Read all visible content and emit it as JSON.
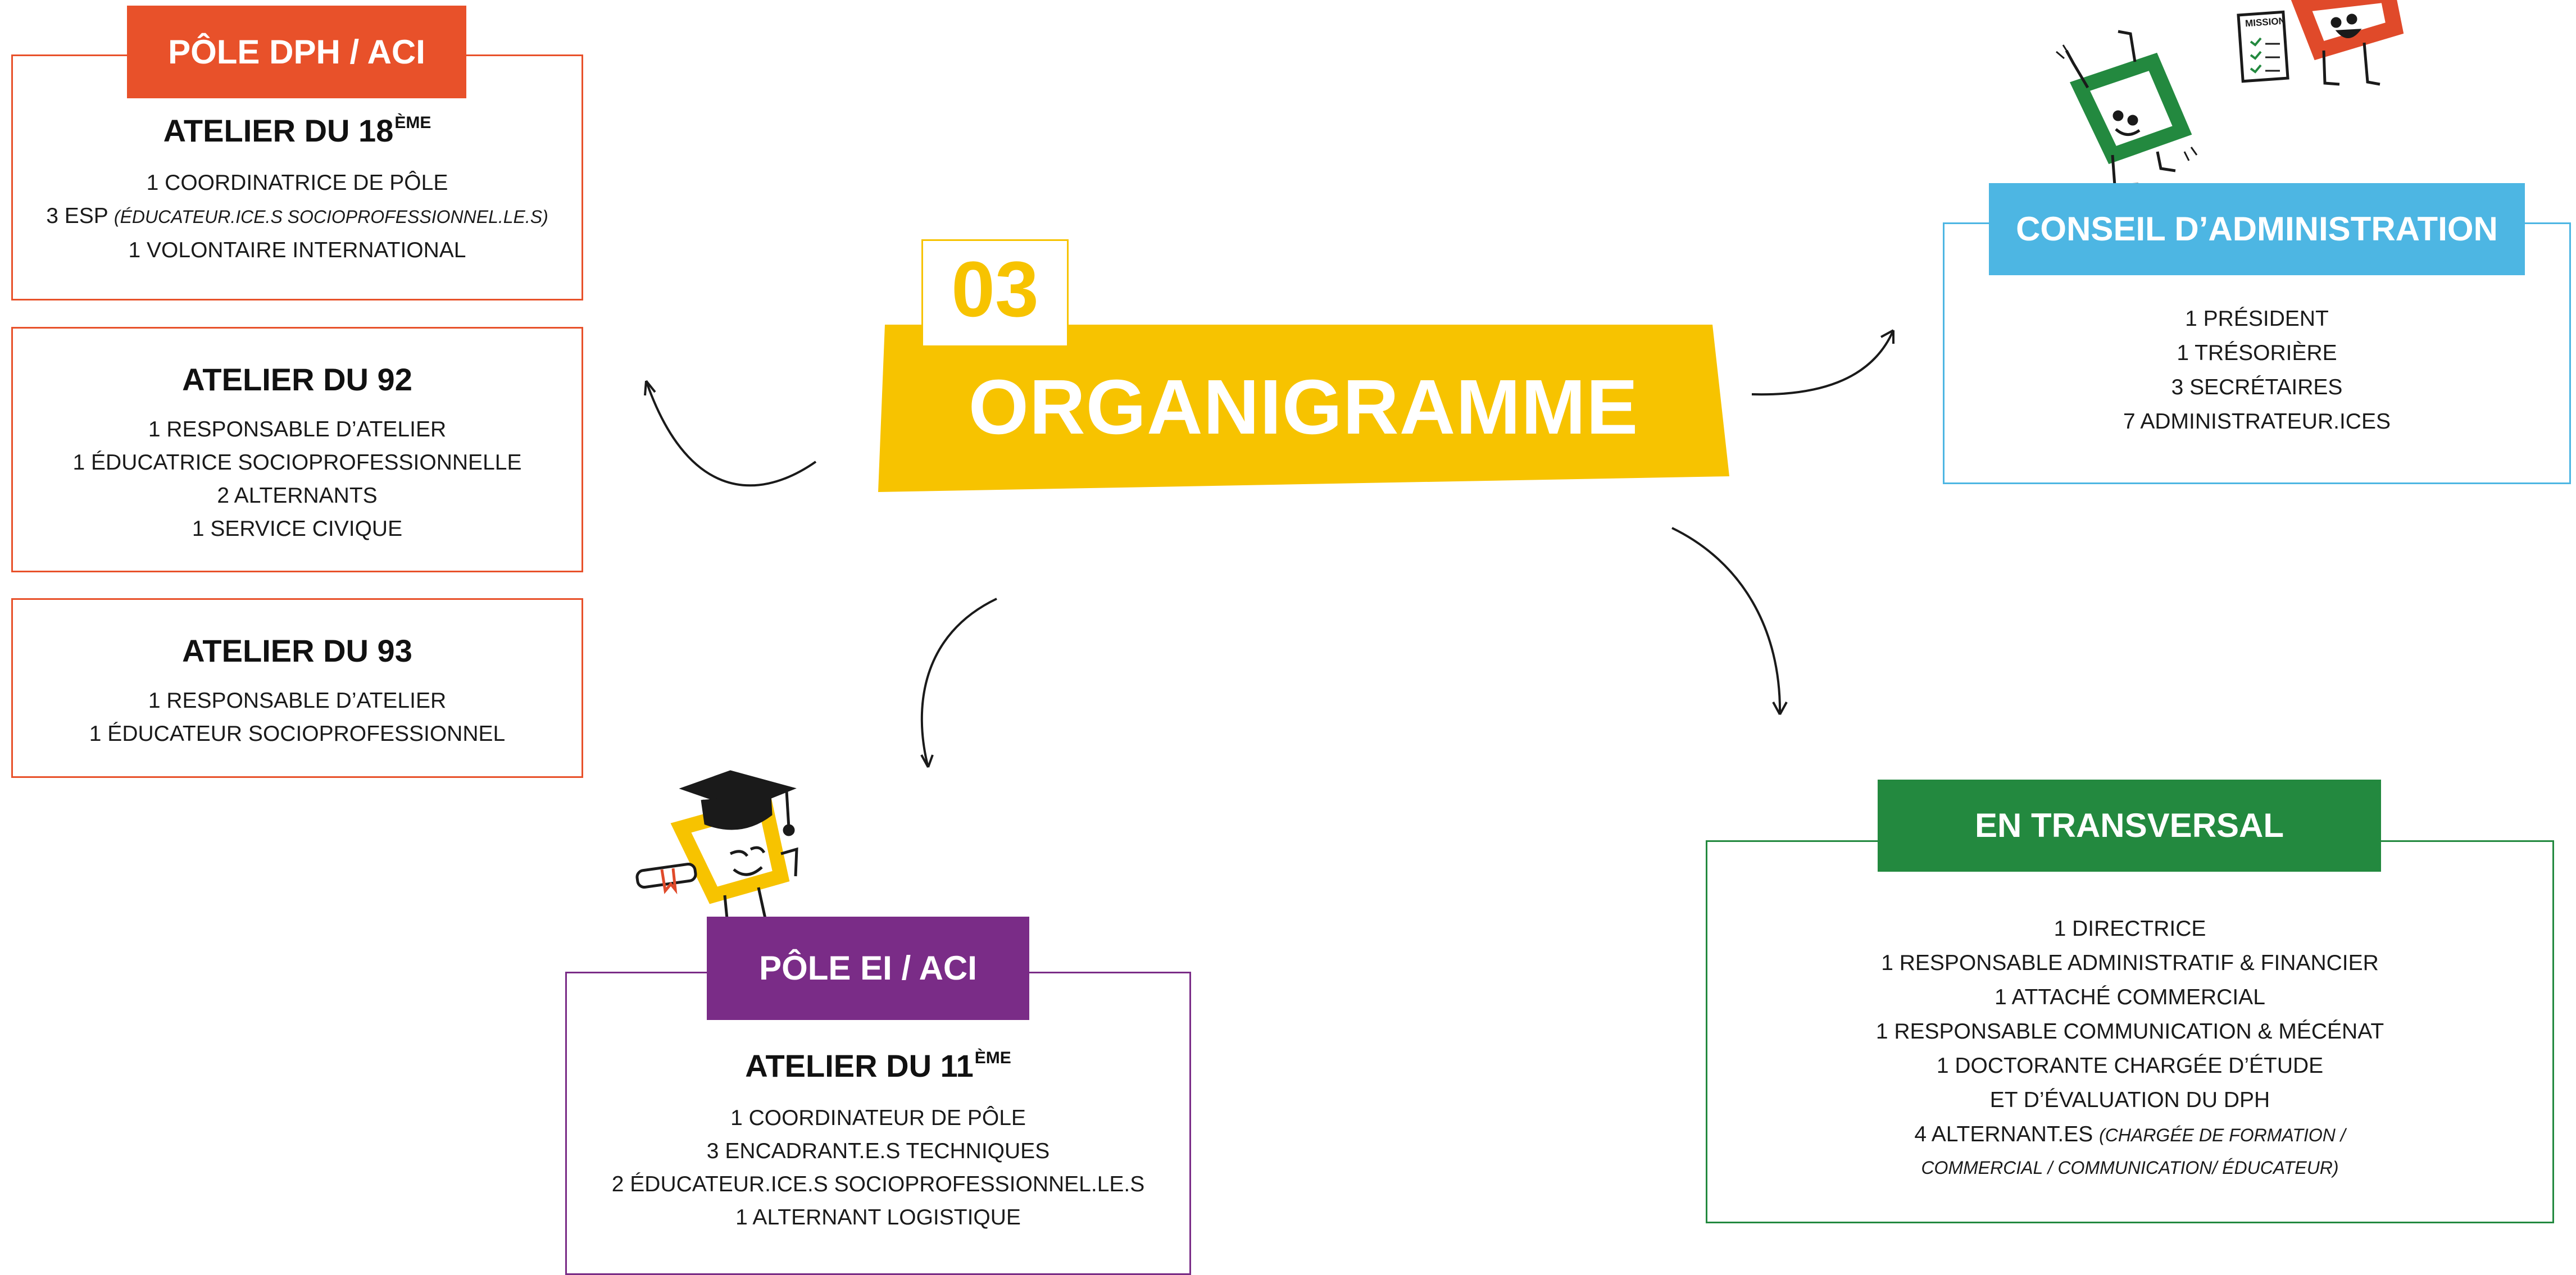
{
  "center": {
    "number": "03",
    "title": "ORGANIGRAMME"
  },
  "colors": {
    "orange": "#e8512a",
    "yellow": "#f7c300",
    "blue": "#4db6e3",
    "green": "#23893f",
    "purple": "#7a2c87",
    "accent_red": "#e04a2a"
  },
  "pole_dph": {
    "tag": "PÔLE DPH / ACI",
    "atelier18": {
      "title": "ATELIER DU 18",
      "title_sup": "ÈME",
      "lines": [
        "1 COORDINATRICE DE PÔLE"
      ],
      "esp_prefix": "3 ESP ",
      "esp_detail": "(ÉDUCATEUR.ICE.S SOCIOPROFESSIONNEL.LE.S)",
      "last_line": "1 VOLONTAIRE INTERNATIONAL"
    },
    "atelier92": {
      "title": "ATELIER DU 92",
      "lines": [
        "1 RESPONSABLE D’ATELIER",
        "1 ÉDUCATRICE SOCIOPROFESSIONNELLE",
        "2  ALTERNANTS",
        "1 SERVICE CIVIQUE"
      ]
    },
    "atelier93": {
      "title": "ATELIER DU 93",
      "lines": [
        "1 RESPONSABLE D’ATELIER",
        "1 ÉDUCATEUR SOCIOPROFESSIONNEL"
      ]
    }
  },
  "conseil": {
    "tag": "CONSEIL D’ADMINISTRATION",
    "lines": [
      "1 PRÉSIDENT",
      "1 TRÉSORIÈRE",
      "3 SECRÉTAIRES",
      "7 ADMINISTRATEUR.ICES"
    ],
    "mission_label": "MISSION"
  },
  "transversal": {
    "tag": "EN TRANSVERSAL",
    "lines": [
      "1 DIRECTRICE",
      "1 RESPONSABLE ADMINISTRATIF & FINANCIER",
      "1 ATTACHÉ COMMERCIAL",
      "1 RESPONSABLE COMMUNICATION & MÉCÉNAT",
      "1 DOCTORANTE CHARGÉE D’ÉTUDE",
      "ET D’ÉVALUATION DU DPH"
    ],
    "alt_prefix": "4 ALTERNANT.ES ",
    "alt_detail_1": "(CHARGÉE DE FORMATION /",
    "alt_detail_2": "COMMERCIAL / COMMUNICATION/ ÉDUCATEUR)"
  },
  "pole_ei": {
    "tag": "PÔLE EI / ACI",
    "atelier11": {
      "title": "ATELIER DU 11",
      "title_sup": "ÈME",
      "lines": [
        "1 COORDINATEUR DE PÔLE",
        "3 ENCADRANT.E.S TECHNIQUES",
        "2 ÉDUCATEUR.ICE.S SOCIOPROFESSIONNEL.LE.S",
        "1 ALTERNANT LOGISTIQUE"
      ]
    }
  }
}
